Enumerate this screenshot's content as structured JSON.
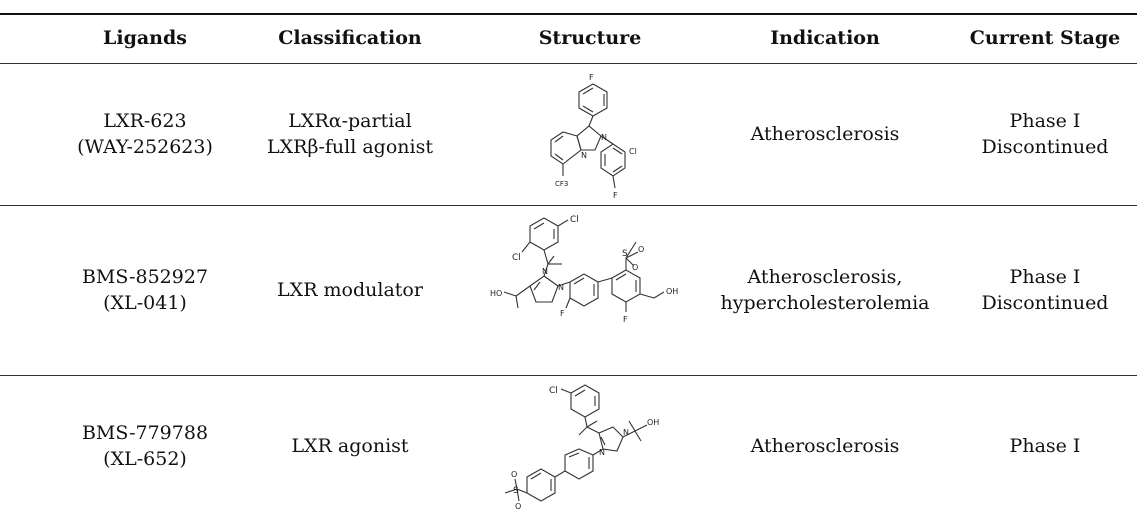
{
  "table": {
    "headers": [
      "Ligands",
      "Classification",
      "Structure",
      "Indication",
      "Current Stage"
    ],
    "rows": [
      {
        "ligand": [
          "LXR-623",
          "(WAY-252623)"
        ],
        "classification": [
          "LXRα-partial",
          "LXRβ-full agonist"
        ],
        "structure_atoms": {
          "a1": "F",
          "a2": "N",
          "a3": "N",
          "a4": "Cl",
          "a5": "CF3",
          "a6": "F"
        },
        "indication": [
          "Atherosclerosis"
        ],
        "stage": [
          "Phase I",
          "Discontinued"
        ]
      },
      {
        "ligand": [
          "BMS-852927",
          "(XL-041)"
        ],
        "classification": [
          "LXR modulator"
        ],
        "structure_atoms": {
          "a1": "Cl",
          "a2": "Cl",
          "a3": "N",
          "a4": "N",
          "a5": "HO",
          "a6": "F",
          "a7": "S",
          "a8": "O",
          "a9": "O",
          "a10": "OH",
          "a11": "F"
        },
        "indication": [
          "Atherosclerosis,",
          "hypercholesterolemia"
        ],
        "stage": [
          "Phase I",
          "Discontinued"
        ]
      },
      {
        "ligand": [
          "BMS-779788",
          "(XL-652)"
        ],
        "classification": [
          "LXR agonist"
        ],
        "structure_atoms": {
          "a1": "Cl",
          "a2": "N",
          "a3": "N",
          "a4": "OH",
          "a5": "S",
          "a6": "O",
          "a7": "O"
        },
        "indication": [
          "Atherosclerosis"
        ],
        "stage": [
          "Phase I"
        ]
      }
    ]
  }
}
